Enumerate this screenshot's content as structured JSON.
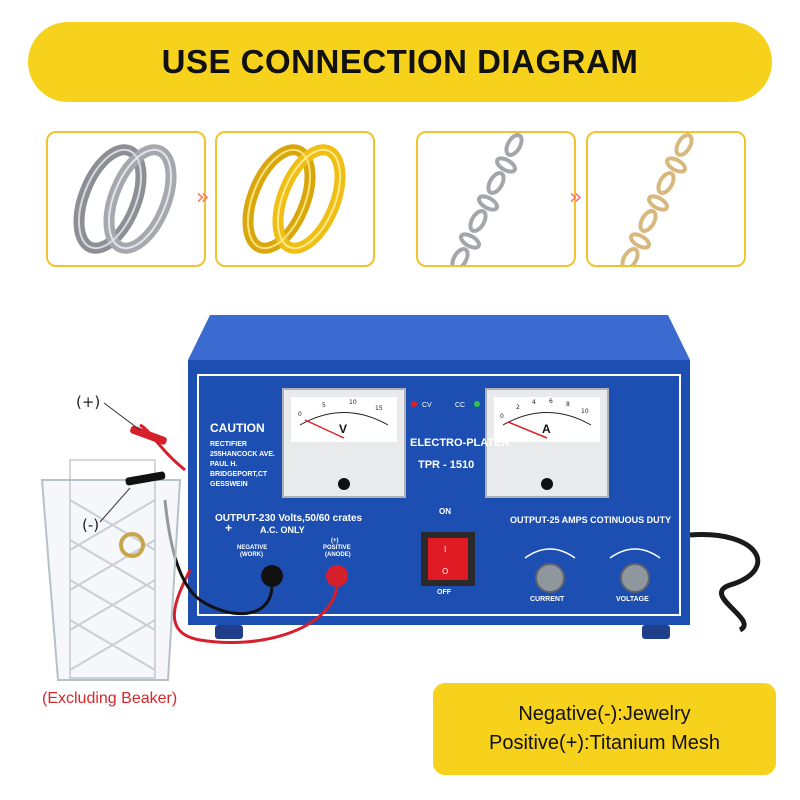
{
  "banner": {
    "title": "USE CONNECTION DIAGRAM"
  },
  "comparison": {
    "before_after_arrow": "double-chevron-right-icon",
    "panels": [
      {
        "name": "silver-bangles"
      },
      {
        "name": "gold-bangles"
      },
      {
        "name": "silver-chain"
      },
      {
        "name": "gold-chain"
      }
    ]
  },
  "machine": {
    "caution_title": "CAUTION",
    "caution_lines": [
      "RECTIFIER",
      "255HANCOCK AVE.",
      "PAUL H.",
      "BRIDGEPORT,CT",
      "GESSWEIN"
    ],
    "brand_line1": "ELECTRO-PLATER",
    "brand_line2": "TPR - 1510",
    "cv_label": "CV",
    "cc_label": "CC",
    "volt_meter_letter": "V",
    "amp_meter_letter": "A",
    "volt_scale": [
      "0",
      "5",
      "10",
      "15"
    ],
    "amp_scale": [
      "0",
      "2",
      "4",
      "6",
      "8",
      "10"
    ],
    "input_line1": "OUTPUT-230 Volts,50/60 crates",
    "input_line2": "A.C. ONLY",
    "output_rating": "OUTPUT-25 AMPS COTINUOUS DUTY",
    "switch_on": "ON",
    "switch_off": "OFF",
    "negative_label_line1": "NEGATIVE",
    "negative_label_line2": "(WORK)",
    "positive_label_line1": "(+)",
    "positive_label_line2": "POSITIVE",
    "positive_label_line3": "(ANODE)",
    "current_knob": "CURRENT",
    "voltage_knob": "VOLTAGE",
    "body_color": "#1d4fb3",
    "plus_sign": "+",
    "minus_sign": "-"
  },
  "labels": {
    "positive": "(+)",
    "negative": "(-)",
    "excluding": "(Excluding Beaker)"
  },
  "legend": {
    "negative": "Negative(-):Jewelry",
    "positive": "Positive(+):Titanium Mesh"
  }
}
